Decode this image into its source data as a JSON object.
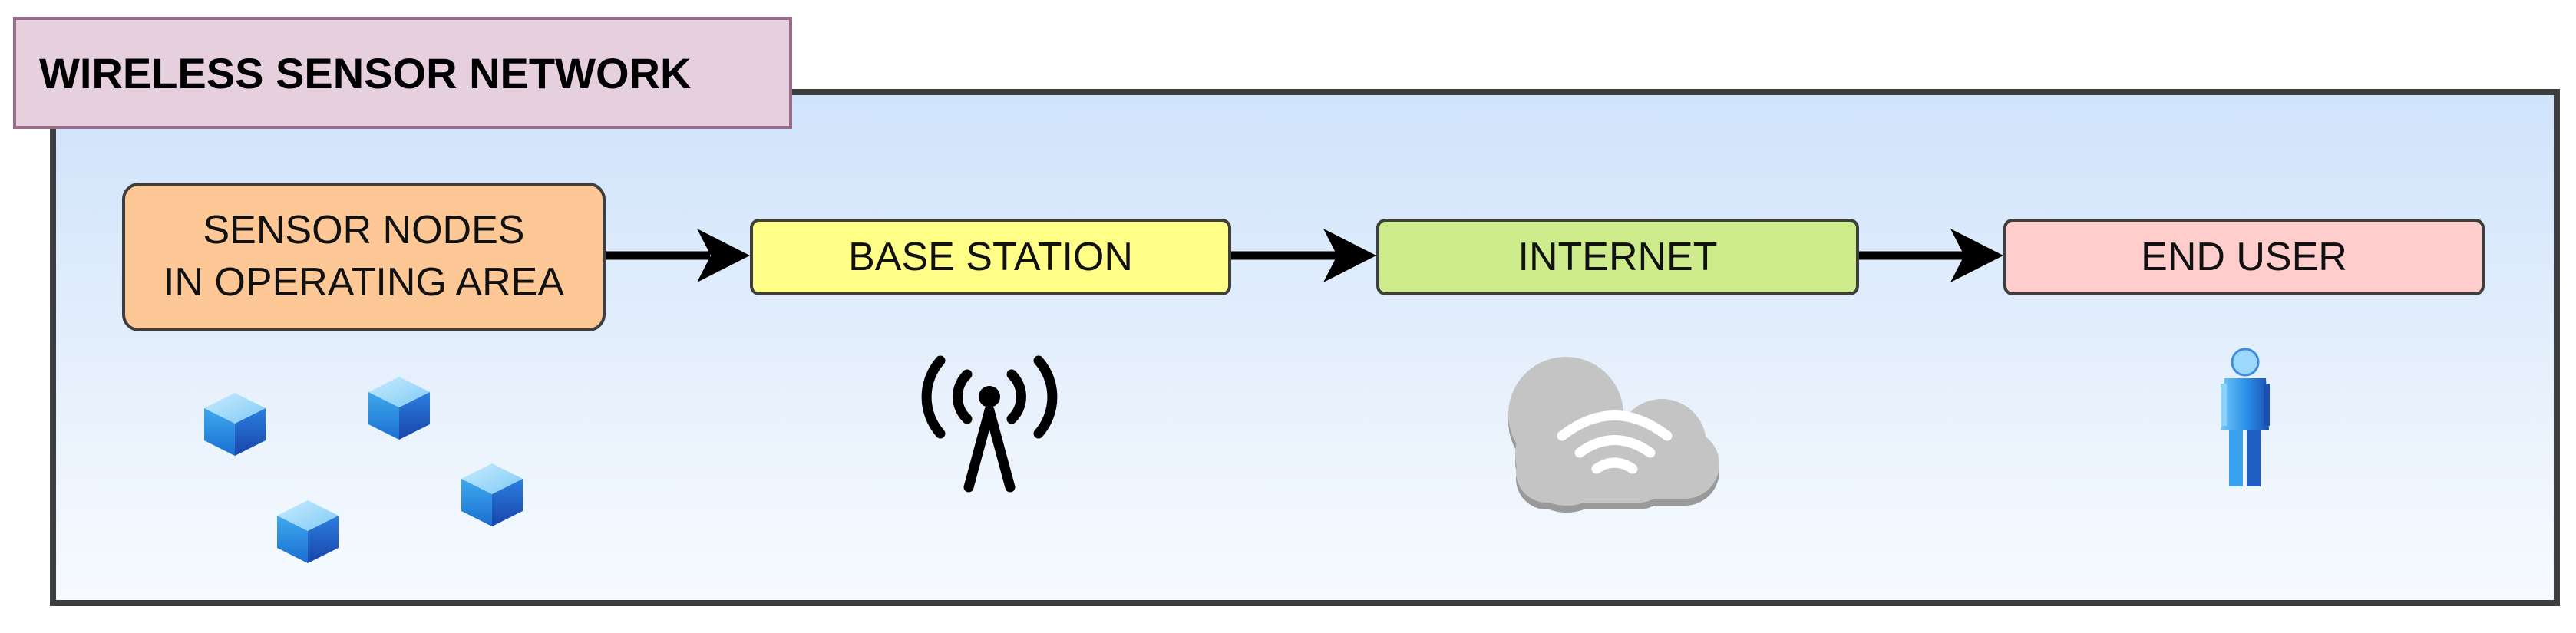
{
  "diagram": {
    "title": "WIRELESS SENSOR NETWORK",
    "nodes": {
      "sensor": "SENSOR NODES\nIN OPERATING AREA",
      "base_station": "BASE STATION",
      "internet": "INTERNET",
      "end_user": "END USER"
    },
    "edges": [
      {
        "from": "SENSOR NODES IN OPERATING AREA",
        "to": "BASE STATION"
      },
      {
        "from": "BASE STATION",
        "to": "INTERNET"
      },
      {
        "from": "INTERNET",
        "to": "END USER"
      }
    ],
    "icons": {
      "sensor": "cube-icon",
      "base_station": "antenna-icon",
      "internet": "cloud-wifi-icon",
      "end_user": "person-icon"
    },
    "colors": {
      "title_fill": "#e6d0de",
      "sensor_fill": "#fdc896",
      "base_station_fill": "#ffff88",
      "internet_fill": "#cdeb8b",
      "end_user_fill": "#ffcdcc",
      "frame_border": "#3b3d3f"
    }
  }
}
